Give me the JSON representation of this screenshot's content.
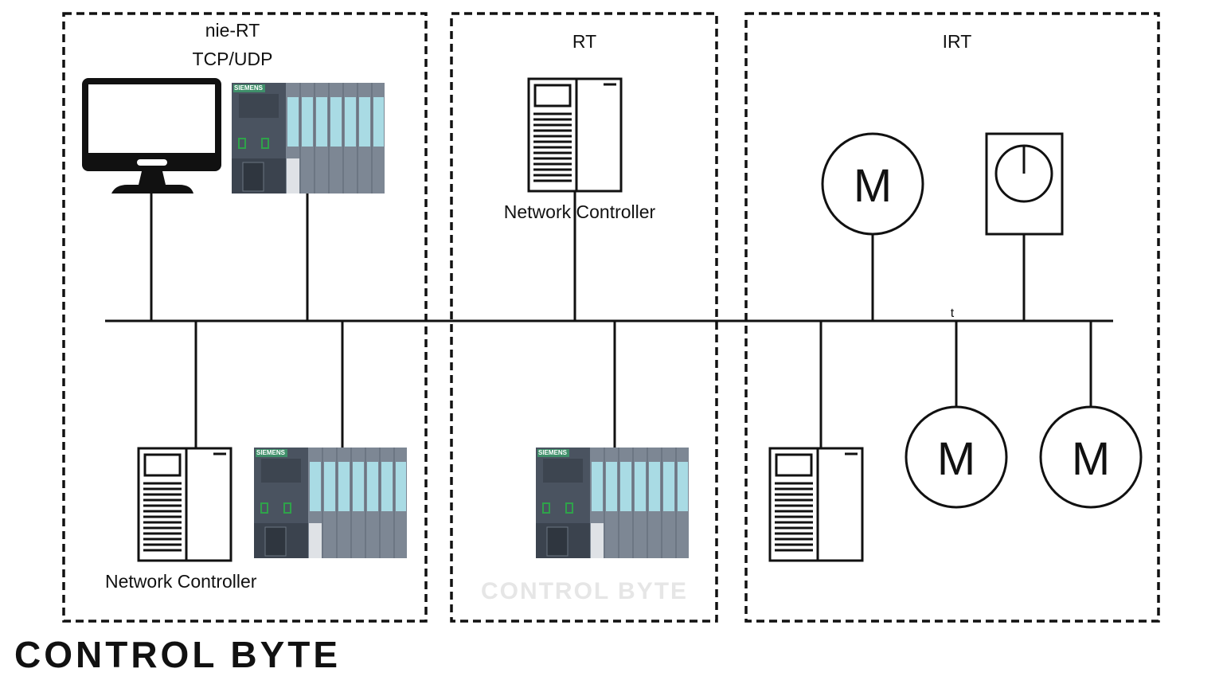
{
  "zones": [
    {
      "id": "nie-rt",
      "title": "nie-RT",
      "subtitle": "TCP/UDP"
    },
    {
      "id": "rt",
      "title": "RT"
    },
    {
      "id": "irt",
      "title": "IRT"
    }
  ],
  "labels": {
    "network_controller_zone1": "Network Controller",
    "network_controller_zone2": "Network Controller",
    "motor": "M",
    "stray_mark": "t"
  },
  "plc": {
    "brand": "SIEMENS"
  },
  "logo": {
    "text": "CONTROL BYTE"
  },
  "watermark": {
    "text": "CONTROL BYTE"
  },
  "colors": {
    "line": "#111111",
    "plc_body": "#4a5360",
    "plc_module": "#a9dbe4",
    "plc_led": "#2fa24a"
  }
}
